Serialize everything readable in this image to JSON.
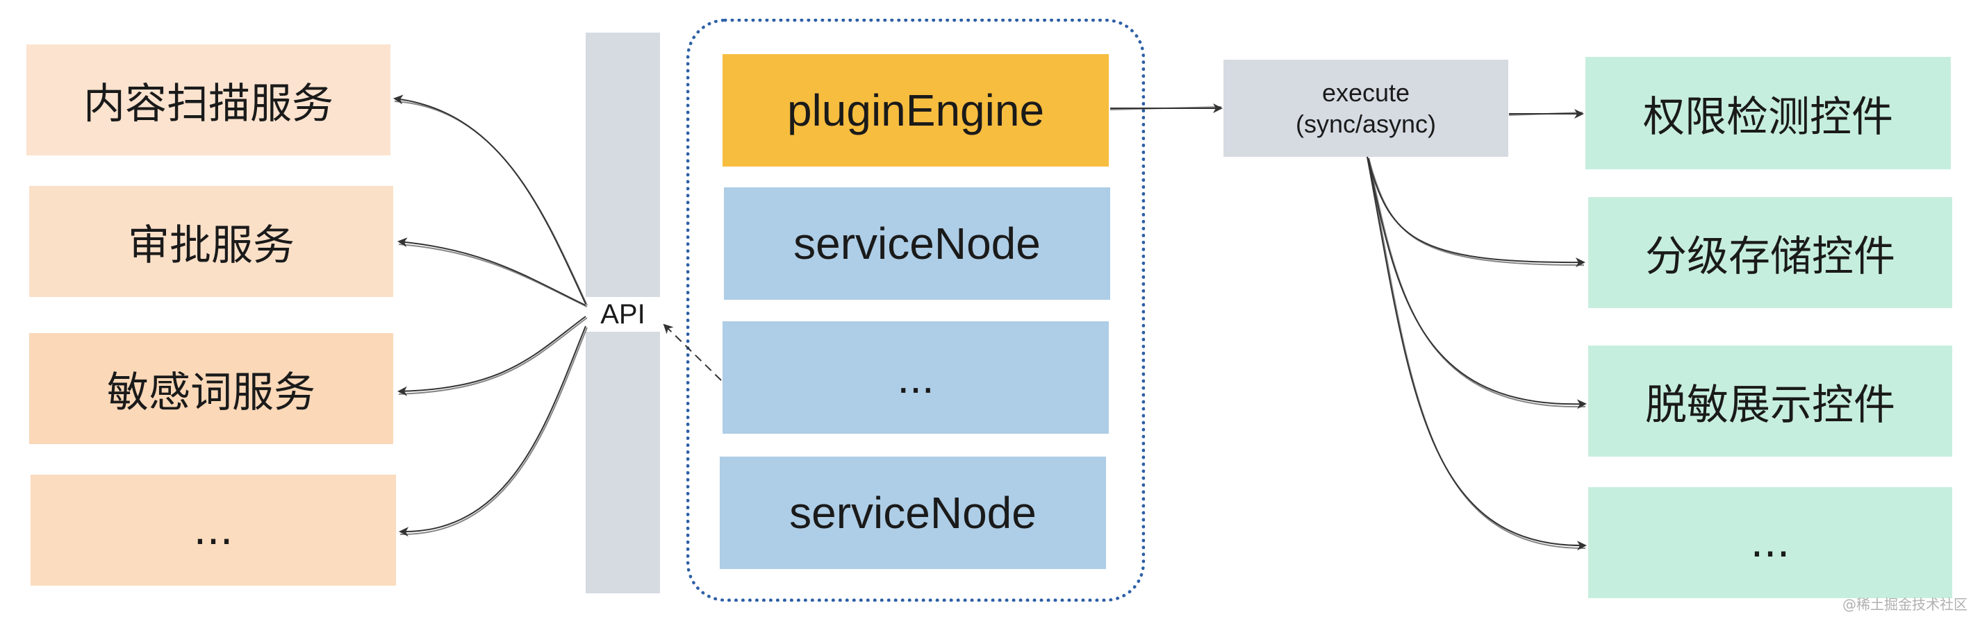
{
  "left_services": [
    {
      "label": "内容扫描服务",
      "color": "#fbe3cf"
    },
    {
      "label": "审批服务",
      "color": "#fbe0c8"
    },
    {
      "label": "敏感词服务",
      "color": "#fad8b8"
    },
    {
      "label": "...",
      "color": "#fbdcbe"
    }
  ],
  "api": {
    "label": "API"
  },
  "nodes": [
    {
      "label": "pluginEngine",
      "color": "#f7bd3f"
    },
    {
      "label": "serviceNode",
      "color": "#aecde6"
    },
    {
      "label": "...",
      "color": "#aecde6"
    },
    {
      "label": "serviceNode",
      "color": "#aecde6"
    }
  ],
  "execute": {
    "line1": "execute",
    "line2": "(sync/async)"
  },
  "controls": [
    {
      "label": "权限检测控件",
      "color": "#c6eedf"
    },
    {
      "label": "分级存储控件",
      "color": "#c6eedf"
    },
    {
      "label": "脱敏展示控件",
      "color": "#c6eedf"
    },
    {
      "label": "...",
      "color": "#c6eedf"
    }
  ],
  "watermark": "@稀土掘金技术社区",
  "colors": {
    "frame": "#2d5fa6",
    "arrow": "#333333",
    "api_bar": "#d6dbe2"
  }
}
